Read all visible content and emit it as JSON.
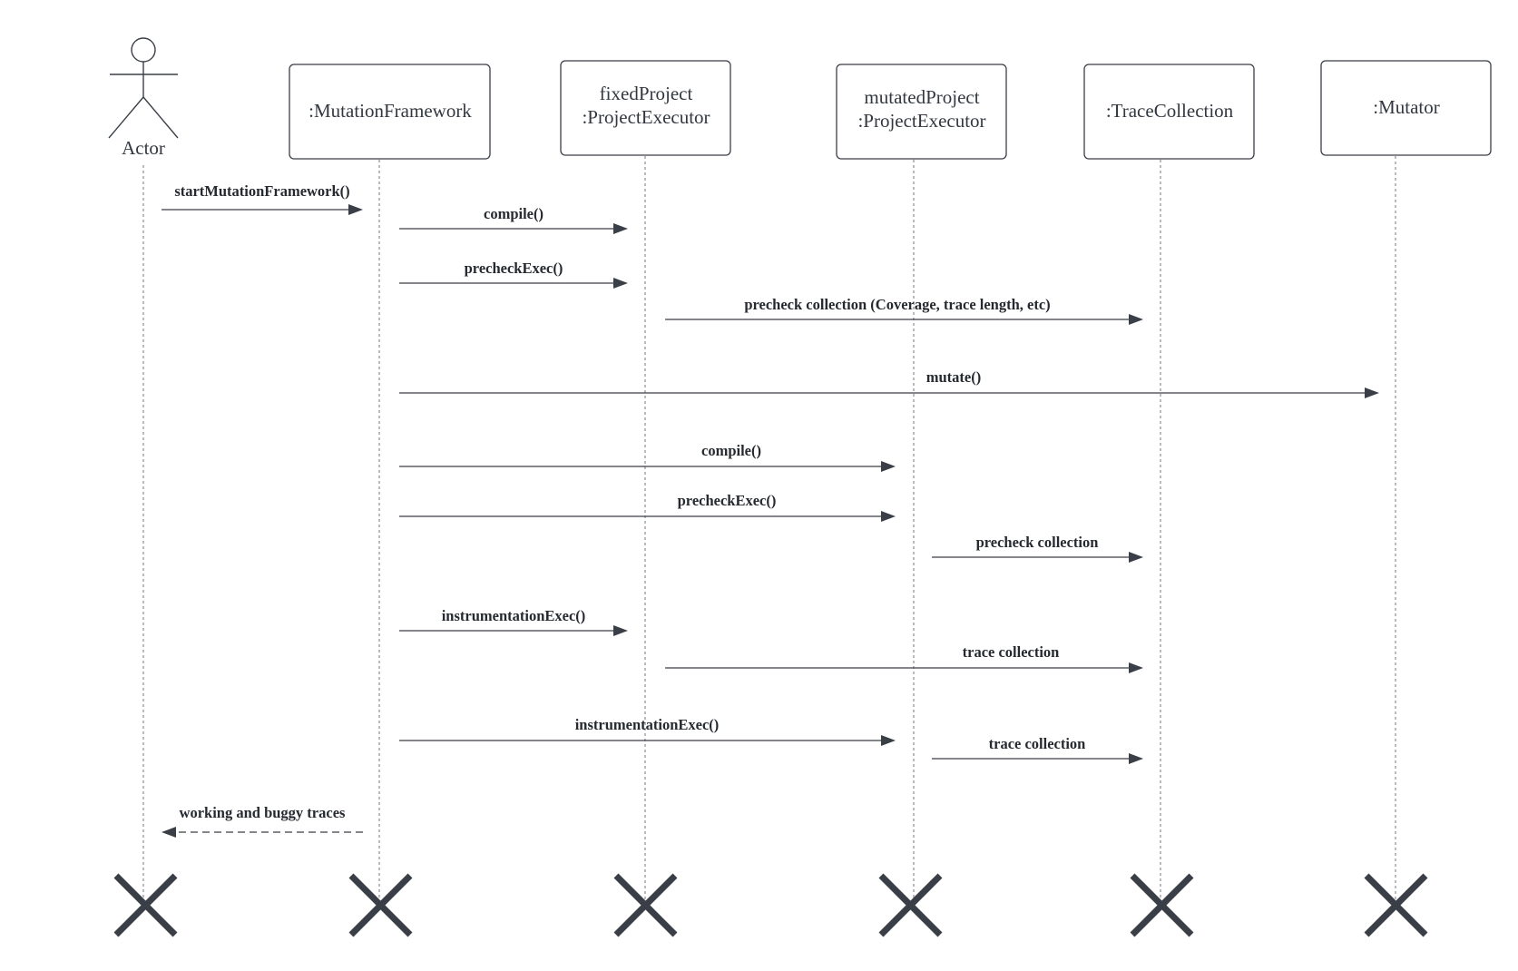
{
  "actor": {
    "label": "Actor"
  },
  "participants": [
    {
      "id": "mf",
      "lines": [
        ":MutationFramework"
      ]
    },
    {
      "id": "fp",
      "lines": [
        "fixedProject",
        ":ProjectExecutor"
      ]
    },
    {
      "id": "mp",
      "lines": [
        "mutatedProject",
        ":ProjectExecutor"
      ]
    },
    {
      "id": "tc",
      "lines": [
        ":TraceCollection"
      ]
    },
    {
      "id": "mu",
      "lines": [
        ":Mutator"
      ]
    }
  ],
  "messages": [
    {
      "from": "actor",
      "to": "mf",
      "label": "startMutationFramework()",
      "style": "solid"
    },
    {
      "from": "mf",
      "to": "fp",
      "label": "compile()",
      "style": "solid"
    },
    {
      "from": "mf",
      "to": "fp",
      "label": "precheckExec()",
      "style": "solid"
    },
    {
      "from": "fp",
      "to": "tc",
      "label": "precheck collection (Coverage, trace length, etc)",
      "style": "solid"
    },
    {
      "from": "mf",
      "to": "mu",
      "label": "mutate()",
      "style": "solid"
    },
    {
      "from": "mf",
      "to": "mp",
      "label": "compile()",
      "style": "solid"
    },
    {
      "from": "mf",
      "to": "mp",
      "label": "precheckExec()",
      "style": "solid"
    },
    {
      "from": "mp",
      "to": "tc",
      "label": "precheck collection",
      "style": "solid"
    },
    {
      "from": "mf",
      "to": "fp",
      "label": "instrumentationExec()",
      "style": "solid"
    },
    {
      "from": "fp",
      "to": "tc",
      "label": "trace collection",
      "style": "solid"
    },
    {
      "from": "mf",
      "to": "mp",
      "label": "instrumentationExec()",
      "style": "solid"
    },
    {
      "from": "mp",
      "to": "tc",
      "label": "trace collection",
      "style": "solid"
    },
    {
      "from": "mf",
      "to": "actor",
      "label": "working and buggy traces",
      "style": "dashed"
    }
  ],
  "colors": {
    "stroke": "#3a3f47",
    "lifeline": "#8a8f96",
    "text": "#333840"
  }
}
